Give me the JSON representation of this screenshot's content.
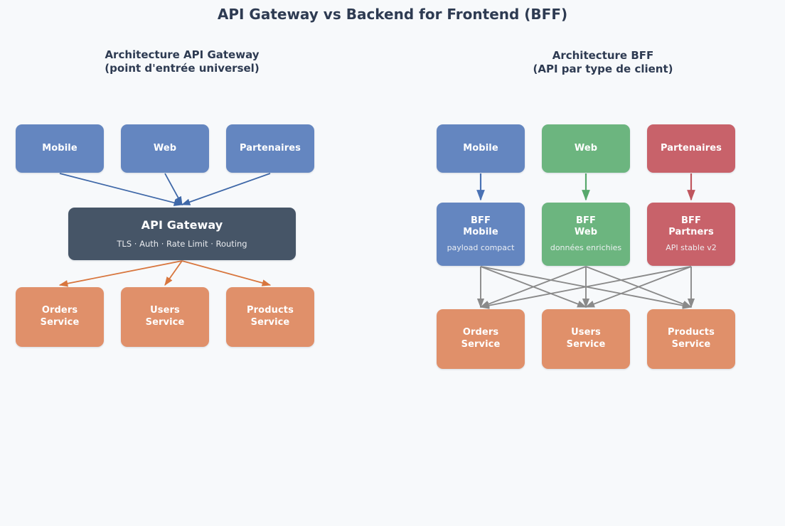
{
  "page": {
    "title": "API Gateway vs Backend for Frontend (BFF)",
    "background": "#f7f9fb",
    "title_color": "#2e3b52"
  },
  "palette": {
    "client_blue": "#6486c0",
    "green": "#6cb57f",
    "red": "#c8626a",
    "orange": "#e0906a",
    "gateway_slate": "#465567",
    "arrow_blue": "#3f68a8",
    "arrow_orange": "#d8763e",
    "arrow_gray": "#8a8a8a"
  },
  "panels": [
    {
      "id": "api-gateway",
      "heading_line1": "Architecture API Gateway",
      "heading_line2": "(point d'entrée universel)"
    },
    {
      "id": "bff",
      "heading_line1": "Architecture BFF",
      "heading_line2": "(API par type de client)"
    }
  ],
  "left": {
    "clients": [
      {
        "label": "Mobile",
        "color": "#6486c0"
      },
      {
        "label": "Web",
        "color": "#6486c0"
      },
      {
        "label": "Partenaires",
        "color": "#6486c0"
      }
    ],
    "gateway": {
      "label": "API Gateway",
      "subtitle": "TLS · Auth · Rate Limit · Routing",
      "color": "#465567"
    },
    "services": [
      {
        "label": "Orders\nService",
        "color": "#e0906a"
      },
      {
        "label": "Users\nService",
        "color": "#e0906a"
      },
      {
        "label": "Products\nService",
        "color": "#e0906a"
      }
    ]
  },
  "right": {
    "clients": [
      {
        "label": "Mobile",
        "color": "#6486c0"
      },
      {
        "label": "Web",
        "color": "#6cb57f"
      },
      {
        "label": "Partenaires",
        "color": "#c8626a"
      }
    ],
    "bffs": [
      {
        "label": "BFF\nMobile",
        "subtitle": "payload compact",
        "color": "#6486c0"
      },
      {
        "label": "BFF\nWeb",
        "subtitle": "données enrichies",
        "color": "#6cb57f"
      },
      {
        "label": "BFF\nPartners",
        "subtitle": "API stable v2",
        "color": "#c8626a"
      }
    ],
    "services": [
      {
        "label": "Orders\nService",
        "color": "#e0906a"
      },
      {
        "label": "Users\nService",
        "color": "#e0906a"
      },
      {
        "label": "Products\nService",
        "color": "#e0906a"
      }
    ]
  },
  "edges": {
    "left_clients_to_gateway": [
      {
        "from": "Mobile",
        "to": "API Gateway",
        "color": "#3f68a8"
      },
      {
        "from": "Web",
        "to": "API Gateway",
        "color": "#3f68a8"
      },
      {
        "from": "Partenaires",
        "to": "API Gateway",
        "color": "#3f68a8"
      }
    ],
    "left_gateway_to_services": [
      {
        "from": "API Gateway",
        "to": "Orders Service",
        "color": "#d8763e"
      },
      {
        "from": "API Gateway",
        "to": "Users Service",
        "color": "#d8763e"
      },
      {
        "from": "API Gateway",
        "to": "Products Service",
        "color": "#d8763e"
      }
    ],
    "right_clients_to_bffs": [
      {
        "from": "Mobile",
        "to": "BFF Mobile",
        "color": "#4a72b4"
      },
      {
        "from": "Web",
        "to": "BFF Web",
        "color": "#57a86c"
      },
      {
        "from": "Partenaires",
        "to": "BFF Partners",
        "color": "#bf565e"
      }
    ],
    "right_bffs_to_services": [
      {
        "from": "BFF Mobile",
        "to": "Orders Service",
        "color": "#8a8a8a"
      },
      {
        "from": "BFF Mobile",
        "to": "Users Service",
        "color": "#8a8a8a"
      },
      {
        "from": "BFF Mobile",
        "to": "Products Service",
        "color": "#8a8a8a"
      },
      {
        "from": "BFF Web",
        "to": "Orders Service",
        "color": "#8a8a8a"
      },
      {
        "from": "BFF Web",
        "to": "Users Service",
        "color": "#8a8a8a"
      },
      {
        "from": "BFF Web",
        "to": "Products Service",
        "color": "#8a8a8a"
      },
      {
        "from": "BFF Partners",
        "to": "Orders Service",
        "color": "#8a8a8a"
      },
      {
        "from": "BFF Partners",
        "to": "Users Service",
        "color": "#8a8a8a"
      },
      {
        "from": "BFF Partners",
        "to": "Products Service",
        "color": "#8a8a8a"
      }
    ]
  }
}
